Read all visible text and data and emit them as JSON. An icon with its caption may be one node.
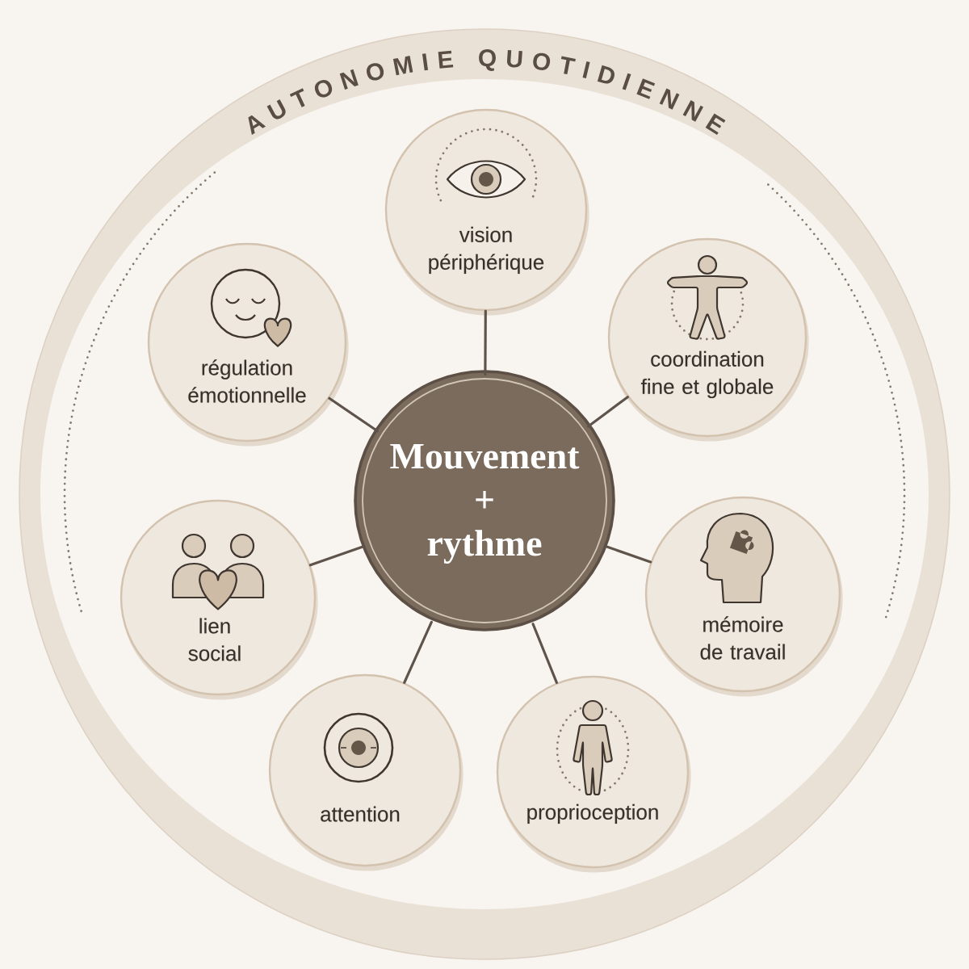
{
  "diagram": {
    "nodes": [
      {
        "text": [
          "AUTONOMIE QUOTIDIENNE"
        ]
      },
      {
        "text": [
          "Mouvement + rythme"
        ],
        "in": 0
      },
      {
        "text": [
          "vision périphérique"
        ],
        "in": 0
      },
      {
        "text": [
          "coordination fine et globale"
        ],
        "in": 0
      },
      {
        "text": [
          "mémoire de travail"
        ],
        "in": 0
      },
      {
        "text": [
          "proprioception"
        ],
        "in": 0
      },
      {
        "text": [
          "attention"
        ],
        "in": 0
      },
      {
        "text": [
          "lien social"
        ],
        "in": 0
      },
      {
        "text": [
          "régulation émotionnelle"
        ],
        "in": 0
      }
    ],
    "edges": [
      {
        "from": 1,
        "to": 2,
        "arrow": "none"
      },
      {
        "from": 1,
        "to": 3,
        "arrow": "none"
      },
      {
        "from": 1,
        "to": 4,
        "arrow": "none"
      },
      {
        "from": 1,
        "to": 5,
        "arrow": "none"
      },
      {
        "from": 1,
        "to": 6,
        "arrow": "none"
      },
      {
        "from": 1,
        "to": 7,
        "arrow": "none"
      },
      {
        "from": 1,
        "to": 8,
        "arrow": "none"
      }
    ]
  }
}
